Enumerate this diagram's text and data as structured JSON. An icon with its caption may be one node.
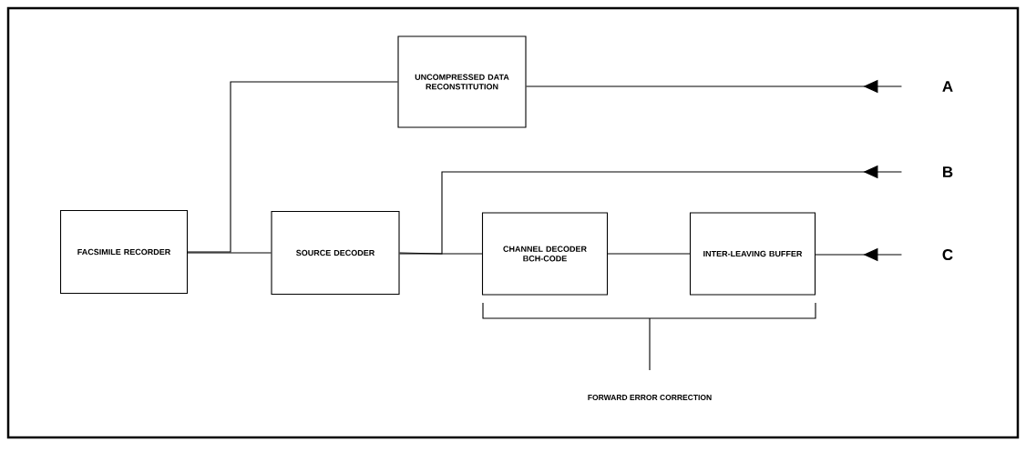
{
  "diagram": {
    "nodes": [
      {
        "text": [
          "FACSIMILE RECORDER"
        ]
      },
      {
        "text": [
          "UNCOMPRESSED DATA RECONSTITUTION"
        ]
      },
      {
        "text": [
          "SOURCE DECODER"
        ]
      },
      {
        "text": [
          "CHANNEL DECODER BCH-CODE"
        ]
      },
      {
        "text": [
          "INTER-LEAVING BUFFER"
        ]
      },
      {
        "text": [
          "A"
        ]
      },
      {
        "text": [
          "B"
        ]
      },
      {
        "text": [
          "C"
        ]
      }
    ],
    "edges": [
      {
        "from": 5,
        "to": 1,
        "arrow": "to"
      },
      {
        "from": 1,
        "to": 0,
        "arrow": "none"
      },
      {
        "from": 6,
        "to": 2,
        "arrow": "to"
      },
      {
        "from": 7,
        "to": 4,
        "arrow": "to"
      },
      {
        "from": 4,
        "to": 3,
        "arrow": "none"
      },
      {
        "from": 3,
        "to": 2,
        "arrow": "none"
      },
      {
        "from": 2,
        "to": 0,
        "arrow": "none"
      }
    ],
    "labels": [
      "FORWARD ERROR CORRECTION"
    ]
  }
}
